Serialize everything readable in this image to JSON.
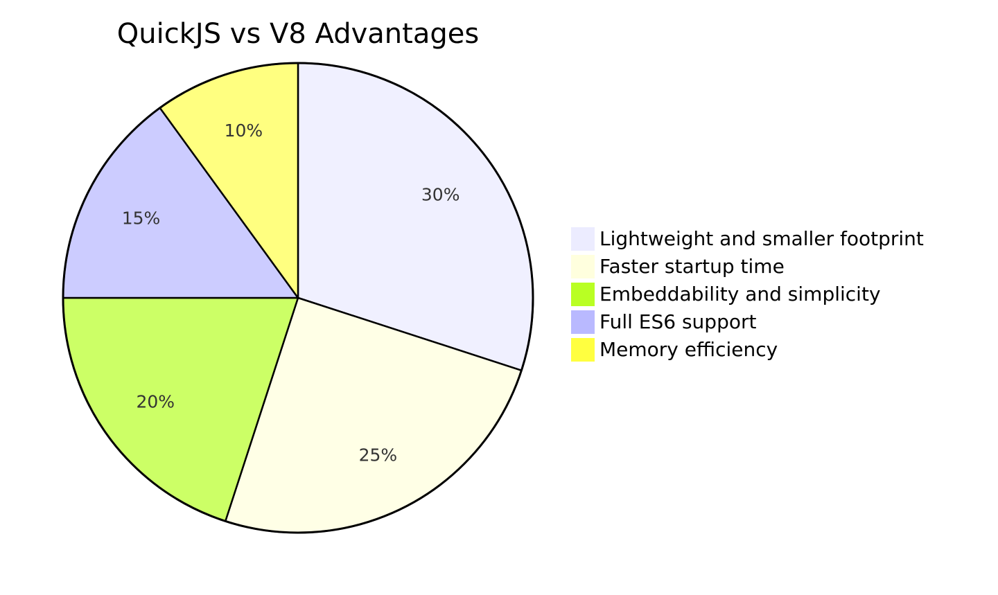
{
  "chart_data": {
    "type": "pie",
    "title": "QuickJS vs V8 Advantages",
    "legend_position": "right",
    "series": [
      {
        "name": "Lightweight and smaller footprint",
        "value": 30,
        "label": "30%",
        "color": "#ececff"
      },
      {
        "name": "Faster startup time",
        "value": 25,
        "label": "25%",
        "color": "#ffffde"
      },
      {
        "name": "Embeddability and simplicity",
        "value": 20,
        "label": "20%",
        "color": "#b9ff23"
      },
      {
        "name": "Full ES6 support",
        "value": 15,
        "label": "15%",
        "color": "#b9b9ff"
      },
      {
        "name": "Memory efficiency",
        "value": 10,
        "label": "10%",
        "color": "#ffff40"
      }
    ],
    "slice_colors": [
      "#f0f0ff",
      "#ffffe6",
      "#ccff66",
      "#ccccff",
      "#ffff80"
    ]
  }
}
